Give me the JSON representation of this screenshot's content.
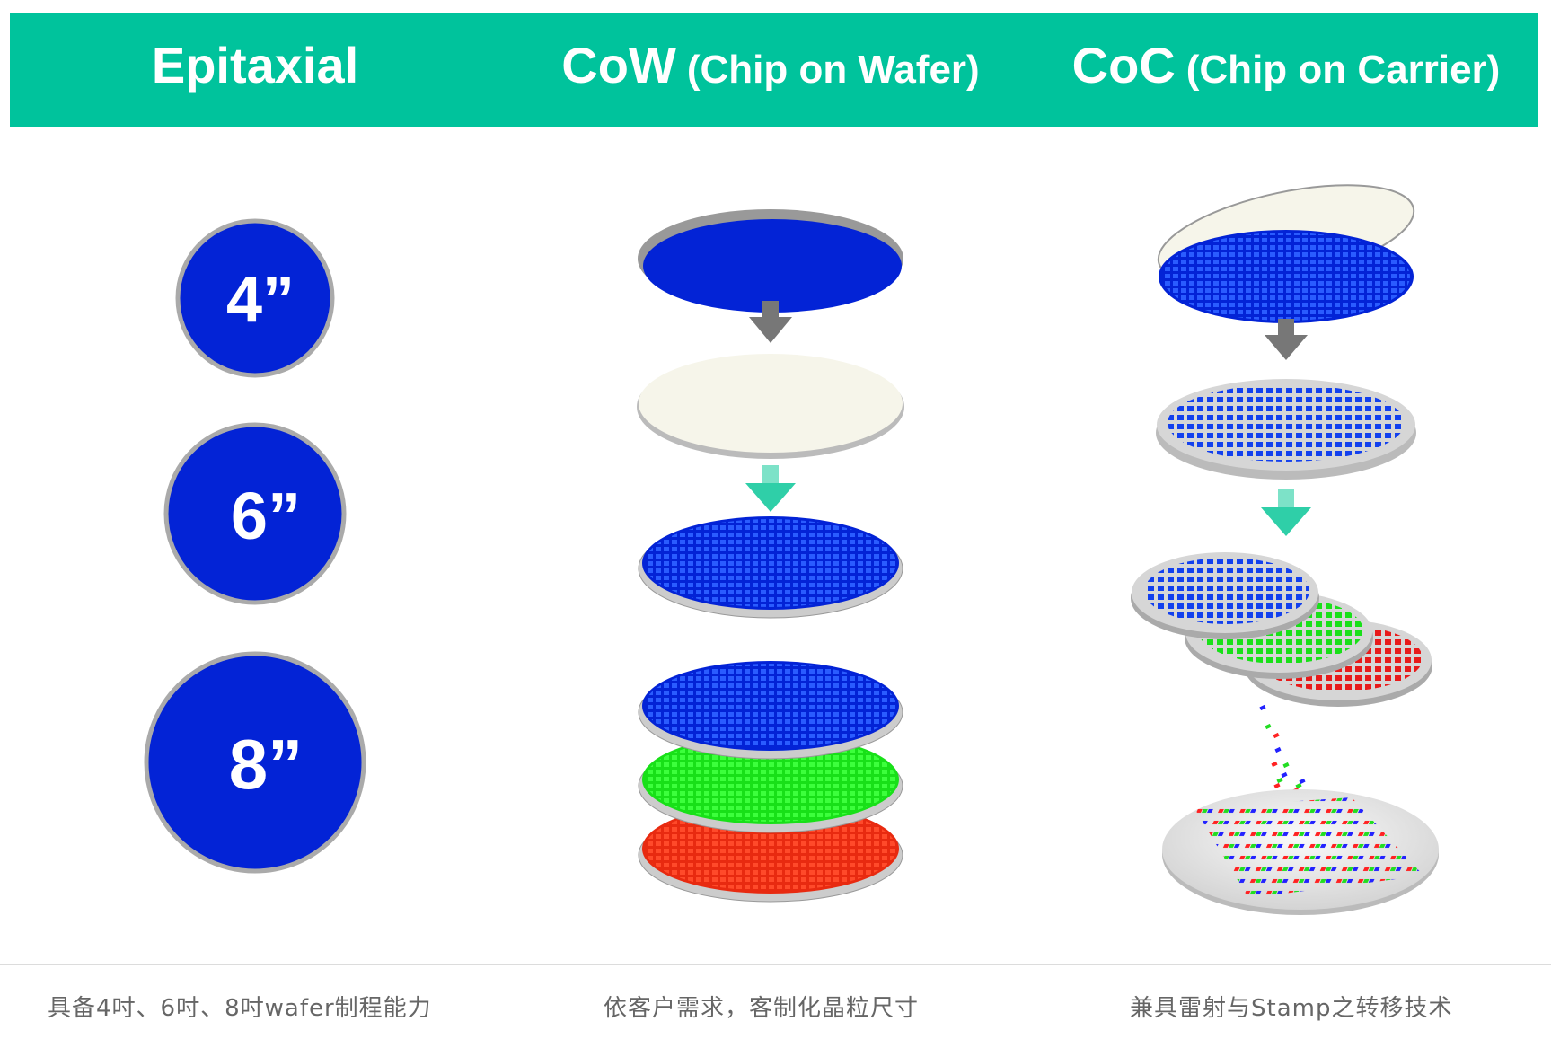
{
  "header": {
    "columns": [
      {
        "title": "Epitaxial",
        "subtitle": ""
      },
      {
        "title": "CoW",
        "subtitle": "(Chip on Wafer)"
      },
      {
        "title": "CoC",
        "subtitle": "(Chip on Carrier)"
      }
    ]
  },
  "epitaxial": {
    "sizes": [
      "4”",
      "6”",
      "8”"
    ]
  },
  "captions": [
    "具备4吋、6吋、8吋wafer制程能力",
    "依客户需求，客制化晶粒尺寸",
    "兼具雷射与Stamp之转移技术"
  ],
  "colors": {
    "header_bg": "#00c39c",
    "wafer_blue": "#0323d6",
    "die_blue": "#1a4cff",
    "die_green": "#22e02a",
    "die_red": "#ee2a12",
    "arrow_gray": "#7a7a7a",
    "arrow_teal": "#2fcfa8",
    "film_cream": "#f6f5ea"
  }
}
